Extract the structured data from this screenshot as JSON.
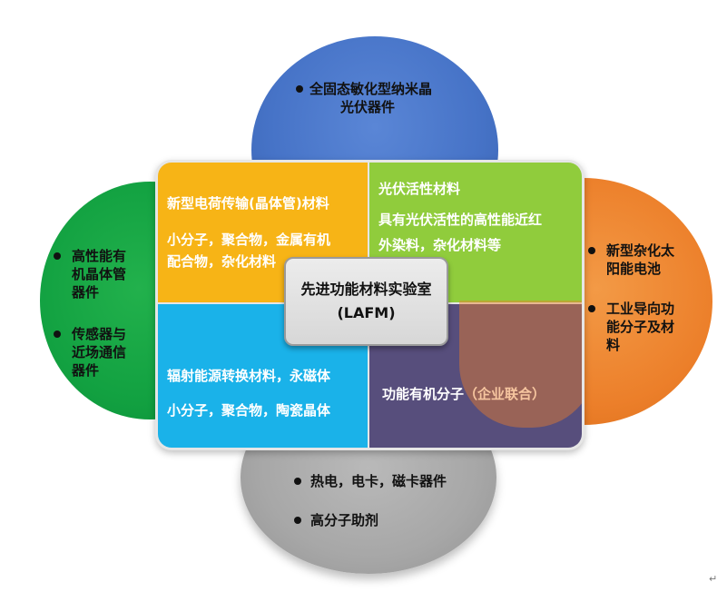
{
  "center": {
    "title": "先进功能材料实验室",
    "subtitle": "(LAFM)"
  },
  "quadrants": {
    "top_left": {
      "heading": "新型电荷传输(晶体管)材料",
      "line1": "小分子，聚合物，金属有机",
      "line2": "配合物，杂化材料"
    },
    "top_right": {
      "heading": "光伏活性材料",
      "line1": "具有光伏活性的高性能近红",
      "line2": "外染料，杂化材料等"
    },
    "bottom_left": {
      "heading": "辐射能源转换材料，永磁体",
      "line1": "小分子，聚合物，陶瓷晶体"
    },
    "bottom_right": {
      "heading": "功能有机分子（企业联合）"
    }
  },
  "lobes": {
    "top": {
      "items": [
        {
          "line1": "全固态敏化型纳米晶",
          "line2": "光伏器件"
        }
      ]
    },
    "left": {
      "items": [
        {
          "line1": "高性能有",
          "line2": "机晶体管",
          "line3": "器件"
        },
        {
          "line1": "传感器与",
          "line2": "近场通信",
          "line3": "器件"
        }
      ]
    },
    "right": {
      "items": [
        {
          "line1": "新型杂化太",
          "line2": "阳能电池"
        },
        {
          "line1": "工业导向功",
          "line2": "能分子及材",
          "line3": "料"
        }
      ]
    },
    "bottom": {
      "items": [
        {
          "line1": "热电，电卡，磁卡器件"
        },
        {
          "line1": "高分子助剂"
        }
      ]
    }
  },
  "colors": {
    "top_lobe": "#4673c7",
    "left_lobe": "#12a141",
    "right_lobe": "#ec7f2a",
    "bottom_lobe": "#a7a7a7",
    "quad_top_left": "#f7b416",
    "quad_top_right": "#90cc3c",
    "quad_bottom_left": "#1ab2e9",
    "quad_bottom_right": "#574e7c"
  },
  "return_mark": "↵"
}
